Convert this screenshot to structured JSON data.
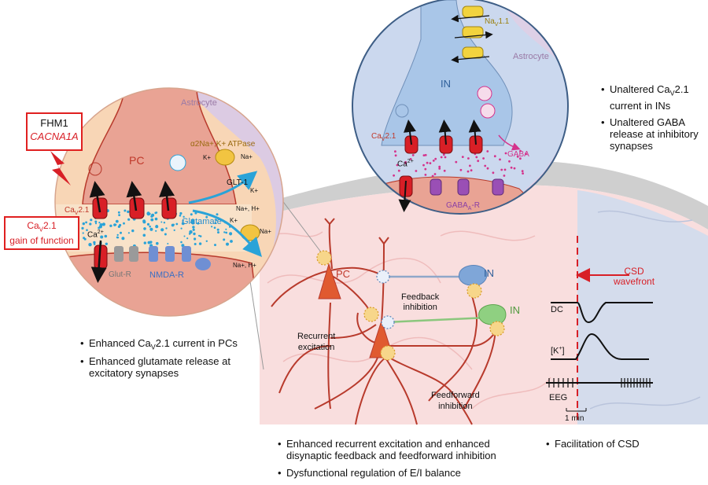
{
  "fhm_box": {
    "title": "FHM1",
    "gene": "CACNA1A"
  },
  "gain_box": {
    "line1": "Ca",
    "sub": "V",
    "rest": "2.1",
    "line2": "gain of function"
  },
  "pc_synapse": {
    "pc_label": "PC",
    "astrocyte_label": "Astrocyte",
    "cav_label": "Ca",
    "cav_sub": "V",
    "cav_rest": "2.1",
    "ca_label": "Ca",
    "ca_sup": "2+",
    "atpase_label": "α",
    "atpase_rest": "Na",
    "atpase_full": "α2Na+,K+ ATPase",
    "glt_label": "GLT-1",
    "glutamate_label": "Glutamate",
    "glutr_label": "Glut-R",
    "nmda_label": "NMDA-R",
    "ion_k1": "K+",
    "ion_na1": "Na+",
    "ion_k2": "K+",
    "ion_k3": "K+",
    "ion_nah": "Na+, H+",
    "ion_na2": "Na+",
    "ion_nah2": "Na+, H+"
  },
  "in_synapse": {
    "nav_label": "Na",
    "nav_sub": "V",
    "nav_rest": "1.1",
    "astrocyte_label": "Astrocyte",
    "in_label": "IN",
    "cav_label": "Ca",
    "cav_sub": "V",
    "cav_rest": "2.1",
    "ca_label": "Ca",
    "ca_sup": "2+",
    "gaba_label": "GABA",
    "gabaar_label": "GABA",
    "gabaar_sub": "A",
    "gabaar_rest": "-R"
  },
  "right_bullets": [
    {
      "pre": "Unaltered Ca",
      "sub": "V",
      "post": "2.1",
      "line2": "current in INs"
    },
    {
      "pre": "Unaltered GABA",
      "sub": "",
      "post": "",
      "line2": "release at inhibitory",
      "line3": "synapses"
    }
  ],
  "left_bullets": [
    {
      "pre": "Enhanced Ca",
      "sub": "V",
      "post": "2.1 current in PCs"
    },
    {
      "pre": "Enhanced glutamate release at",
      "line2": "excitatory synapses"
    }
  ],
  "circuit": {
    "pc_label": "PC",
    "in1_label": "IN",
    "in2_label": "IN",
    "feedback_label_1": "Feedback",
    "feedback_label_2": "inhibition",
    "recurrent_label_1": "Recurrent",
    "recurrent_label_2": "excitation",
    "feedforward_label_1": "Feedforward",
    "feedforward_label_2": "inhibition"
  },
  "csd": {
    "wavefront_1": "CSD",
    "wavefront_2": "wavefront",
    "dc_label": "DC",
    "k_label": "[K",
    "k_sup": "+",
    "k_close": "]",
    "eeg_label": "EEG",
    "scale_label": "1 min"
  },
  "bottom_bullets": [
    {
      "line1": "Enhanced recurrent excitation and enhanced",
      "line2": "disynaptic feedback and feedforward inhibition"
    },
    {
      "line1": "Dysfunctional regulation of E/I balance"
    }
  ],
  "csd_bullet": "Facilitation of CSD",
  "colors": {
    "red": "#d81f26",
    "pc_fill": "#f6c9a8",
    "in_fill": "#aec9e8",
    "astro": "#d8c8e0",
    "tissue": "#f9dede",
    "glu": "#2aa3d8",
    "gaba": "#d4338c",
    "green": "#7cc36b",
    "csd_bg": "#d4dcec"
  }
}
